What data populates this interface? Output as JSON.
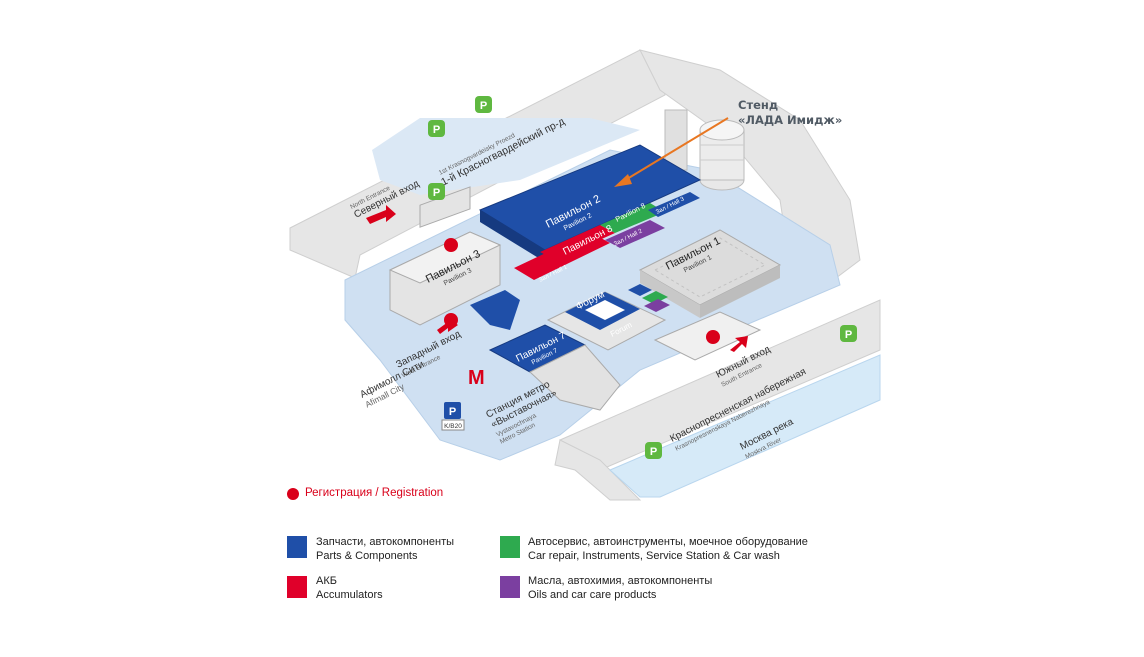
{
  "stand": {
    "line1": "Стенд",
    "line2": "«ЛАДА Имидж»"
  },
  "streets": {
    "north_ru": "1-й Красногвардейский пр-д",
    "north_en": "1st Krasnogvardeisky Proezd",
    "embankment_ru": "Краснопресненская набережная",
    "embankment_en": "Krasnopresnenskaya Naberezhnaya",
    "river_ru": "Москва река",
    "river_en": "Moskva River"
  },
  "entrances": {
    "north_ru": "Северный вход",
    "north_en": "North Entrance",
    "west_ru": "Западный вход",
    "west_en": "West Entrance",
    "south_ru": "Южный вход",
    "south_en": "South Entrance"
  },
  "places": {
    "afimall_ru": "Афимолл Сити",
    "afimall_en": "Afimall City",
    "metro_ru1": "Станция метро",
    "metro_ru2": "«Выставочная»",
    "metro_en1": "Vystavochnaya",
    "metro_en2": "Metro Station",
    "parking_sign": "Р",
    "parking_sub": "K/B20"
  },
  "pavilions": {
    "p2_ru": "Павильон 2",
    "p2_en": "Pavilion 2",
    "p3_ru": "Павильон 3",
    "p3_en": "Pavilion 3",
    "p1_ru": "Павильон 1",
    "p1_en": "Pavilion 1",
    "p7_ru": "Павильон 7",
    "p7_en": "Pavilion 7",
    "p8_ru": "Павильон 8",
    "p8_en": "Pavilion 8",
    "forum_ru": "Форум",
    "forum_en": "Forum",
    "hall1": "Зал / Hall 1",
    "hall2": "Зал / Hall 2",
    "hall3": "Зал / Hall 3"
  },
  "metro_symbol": "M",
  "registration": {
    "label": "Регистрация / Registration",
    "color": "#d9001a"
  },
  "legend": [
    {
      "color": "#1f4fa8",
      "ru": "Запчасти, автокомпоненты",
      "en": "Parts & Components"
    },
    {
      "color": "#2eaa4f",
      "ru": "Автосервис, автоинструменты, моечное оборудование",
      "en": "Car repair, Instruments, Service Station & Car wash"
    },
    {
      "color": "#e0002a",
      "ru": "АКБ",
      "en": "Accumulators"
    },
    {
      "color": "#7b3fa0",
      "ru": "Масла, автохимия, автокомпоненты",
      "en": "Oils and car care products"
    }
  ],
  "colors": {
    "ground": "#cfe0f2",
    "road": "#e6e6e6",
    "parts_blue": "#1f4fa8",
    "service_green": "#2eaa4f",
    "battery_red": "#e0002a",
    "oils_purple": "#7b3fa0",
    "parking_green": "#5fb840",
    "arrow_orange": "#e87722",
    "river": "#d6eaf8"
  }
}
